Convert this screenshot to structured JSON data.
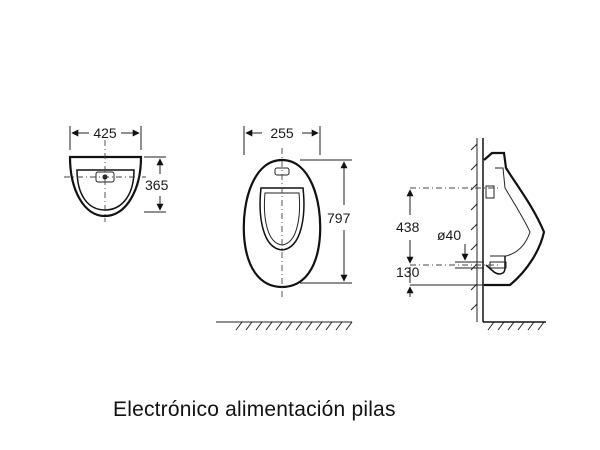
{
  "dimensions": {
    "top_view_width": "425",
    "top_view_depth": "365",
    "front_view_width": "255",
    "front_view_height": "797",
    "side_view_upper": "438",
    "side_view_pipe": "ø40",
    "side_view_lower": "130"
  },
  "caption": "Electrónico alimentación pilas"
}
